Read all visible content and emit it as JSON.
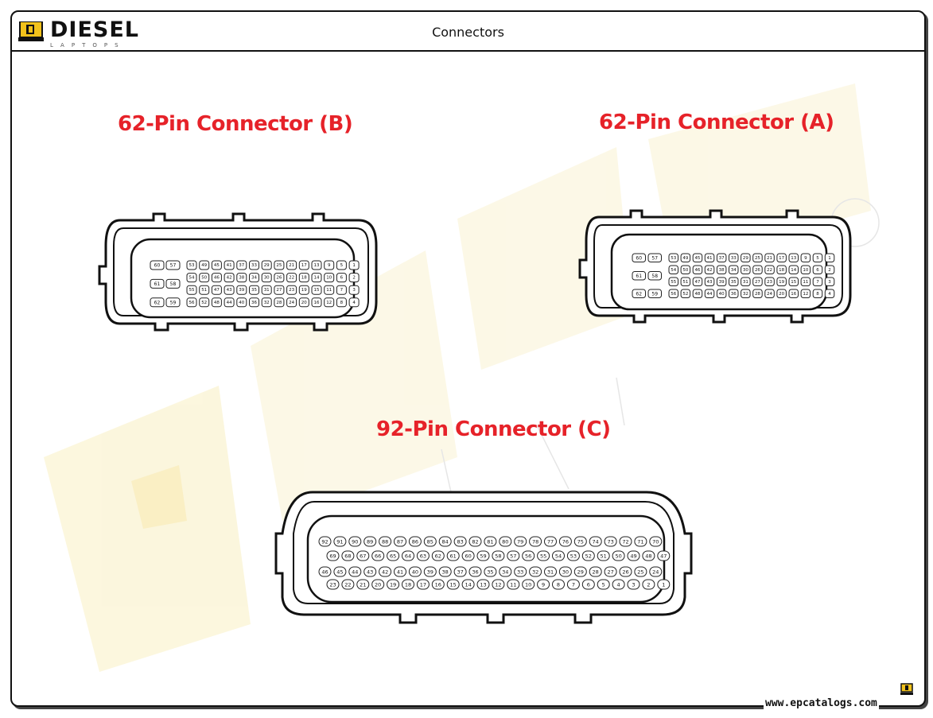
{
  "header": {
    "logo_word": "DIESEL",
    "logo_sub": "LAPTOPS",
    "title": "Connectors"
  },
  "labels": {
    "connector_b": "62-Pin Connector (B)",
    "connector_a": "62-Pin Connector (A)",
    "connector_c": "92-Pin Connector (C)"
  },
  "pins62": {
    "left_column": [
      [
        "60",
        "57"
      ],
      [
        "61",
        "58"
      ],
      [
        "62",
        "59"
      ]
    ],
    "rows": [
      [
        "53",
        "49",
        "45",
        "41",
        "37",
        "33",
        "29",
        "25",
        "21",
        "17",
        "13",
        "9",
        "5",
        "1"
      ],
      [
        "54",
        "50",
        "46",
        "42",
        "38",
        "34",
        "30",
        "26",
        "22",
        "18",
        "14",
        "10",
        "6",
        "2"
      ],
      [
        "55",
        "51",
        "47",
        "43",
        "39",
        "35",
        "31",
        "27",
        "23",
        "19",
        "15",
        "11",
        "7",
        "3"
      ],
      [
        "56",
        "52",
        "48",
        "44",
        "40",
        "36",
        "32",
        "28",
        "24",
        "20",
        "16",
        "12",
        "8",
        "4"
      ]
    ]
  },
  "pins92": {
    "rows": [
      [
        "92",
        "91",
        "90",
        "89",
        "88",
        "87",
        "86",
        "85",
        "84",
        "83",
        "82",
        "81",
        "80",
        "79",
        "78",
        "77",
        "76",
        "75",
        "74",
        "73",
        "72",
        "71",
        "70"
      ],
      [
        "69",
        "68",
        "67",
        "66",
        "65",
        "64",
        "63",
        "62",
        "61",
        "60",
        "59",
        "58",
        "57",
        "56",
        "55",
        "54",
        "53",
        "52",
        "51",
        "50",
        "49",
        "48",
        "47"
      ],
      [
        "46",
        "45",
        "44",
        "43",
        "42",
        "41",
        "40",
        "39",
        "38",
        "37",
        "36",
        "35",
        "34",
        "33",
        "32",
        "31",
        "30",
        "29",
        "28",
        "27",
        "26",
        "25",
        "24"
      ],
      [
        "23",
        "22",
        "21",
        "20",
        "19",
        "18",
        "17",
        "16",
        "15",
        "14",
        "13",
        "12",
        "11",
        "10",
        "9",
        "8",
        "7",
        "6",
        "5",
        "4",
        "3",
        "2",
        "1"
      ]
    ]
  },
  "footer": {
    "url": "www.epcatalogs.com"
  },
  "colors": {
    "label_red": "#e62229",
    "logo_yellow": "#f2c21b",
    "watermark_yellow": "#fbf3cf"
  }
}
